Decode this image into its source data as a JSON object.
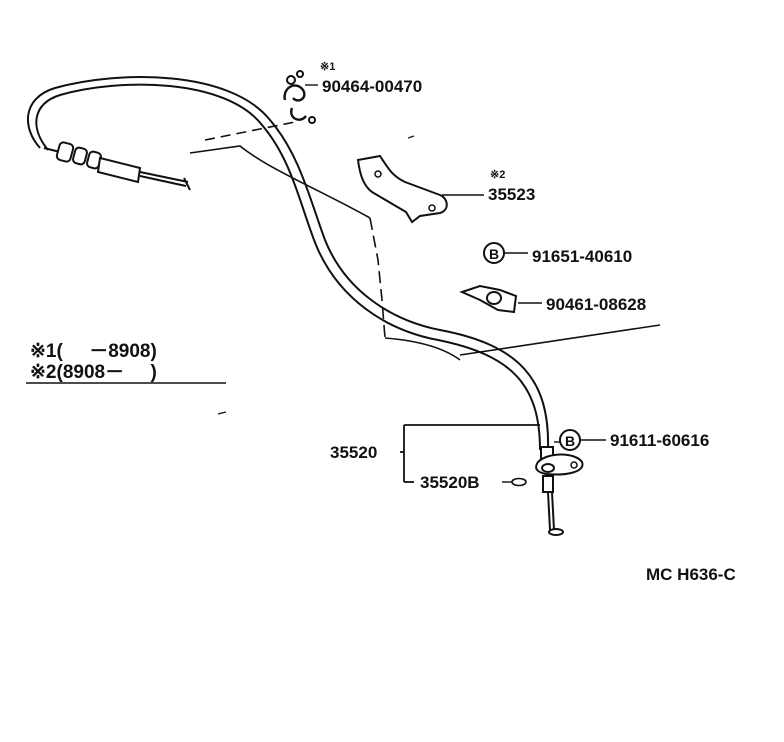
{
  "diagram_code": "MC H636-C",
  "legend": {
    "note1": "※1(     －8908)",
    "note2": "※2(8908－     )"
  },
  "parts": {
    "clip_top": {
      "number": "90464-00470",
      "marker": "※1"
    },
    "bracket": {
      "number": "35523",
      "marker": "※2"
    },
    "bolt_b": {
      "number": "91651-40610",
      "badge": "B"
    },
    "clip_mid": {
      "number": "90461-08628"
    },
    "bolt_lower": {
      "number": "91611-60616",
      "badge": "B"
    },
    "cable_assy": {
      "number": "35520"
    },
    "cable_sub": {
      "number": "35520B"
    }
  },
  "colors": {
    "ink": "#111111",
    "paper": "#ffffff"
  }
}
